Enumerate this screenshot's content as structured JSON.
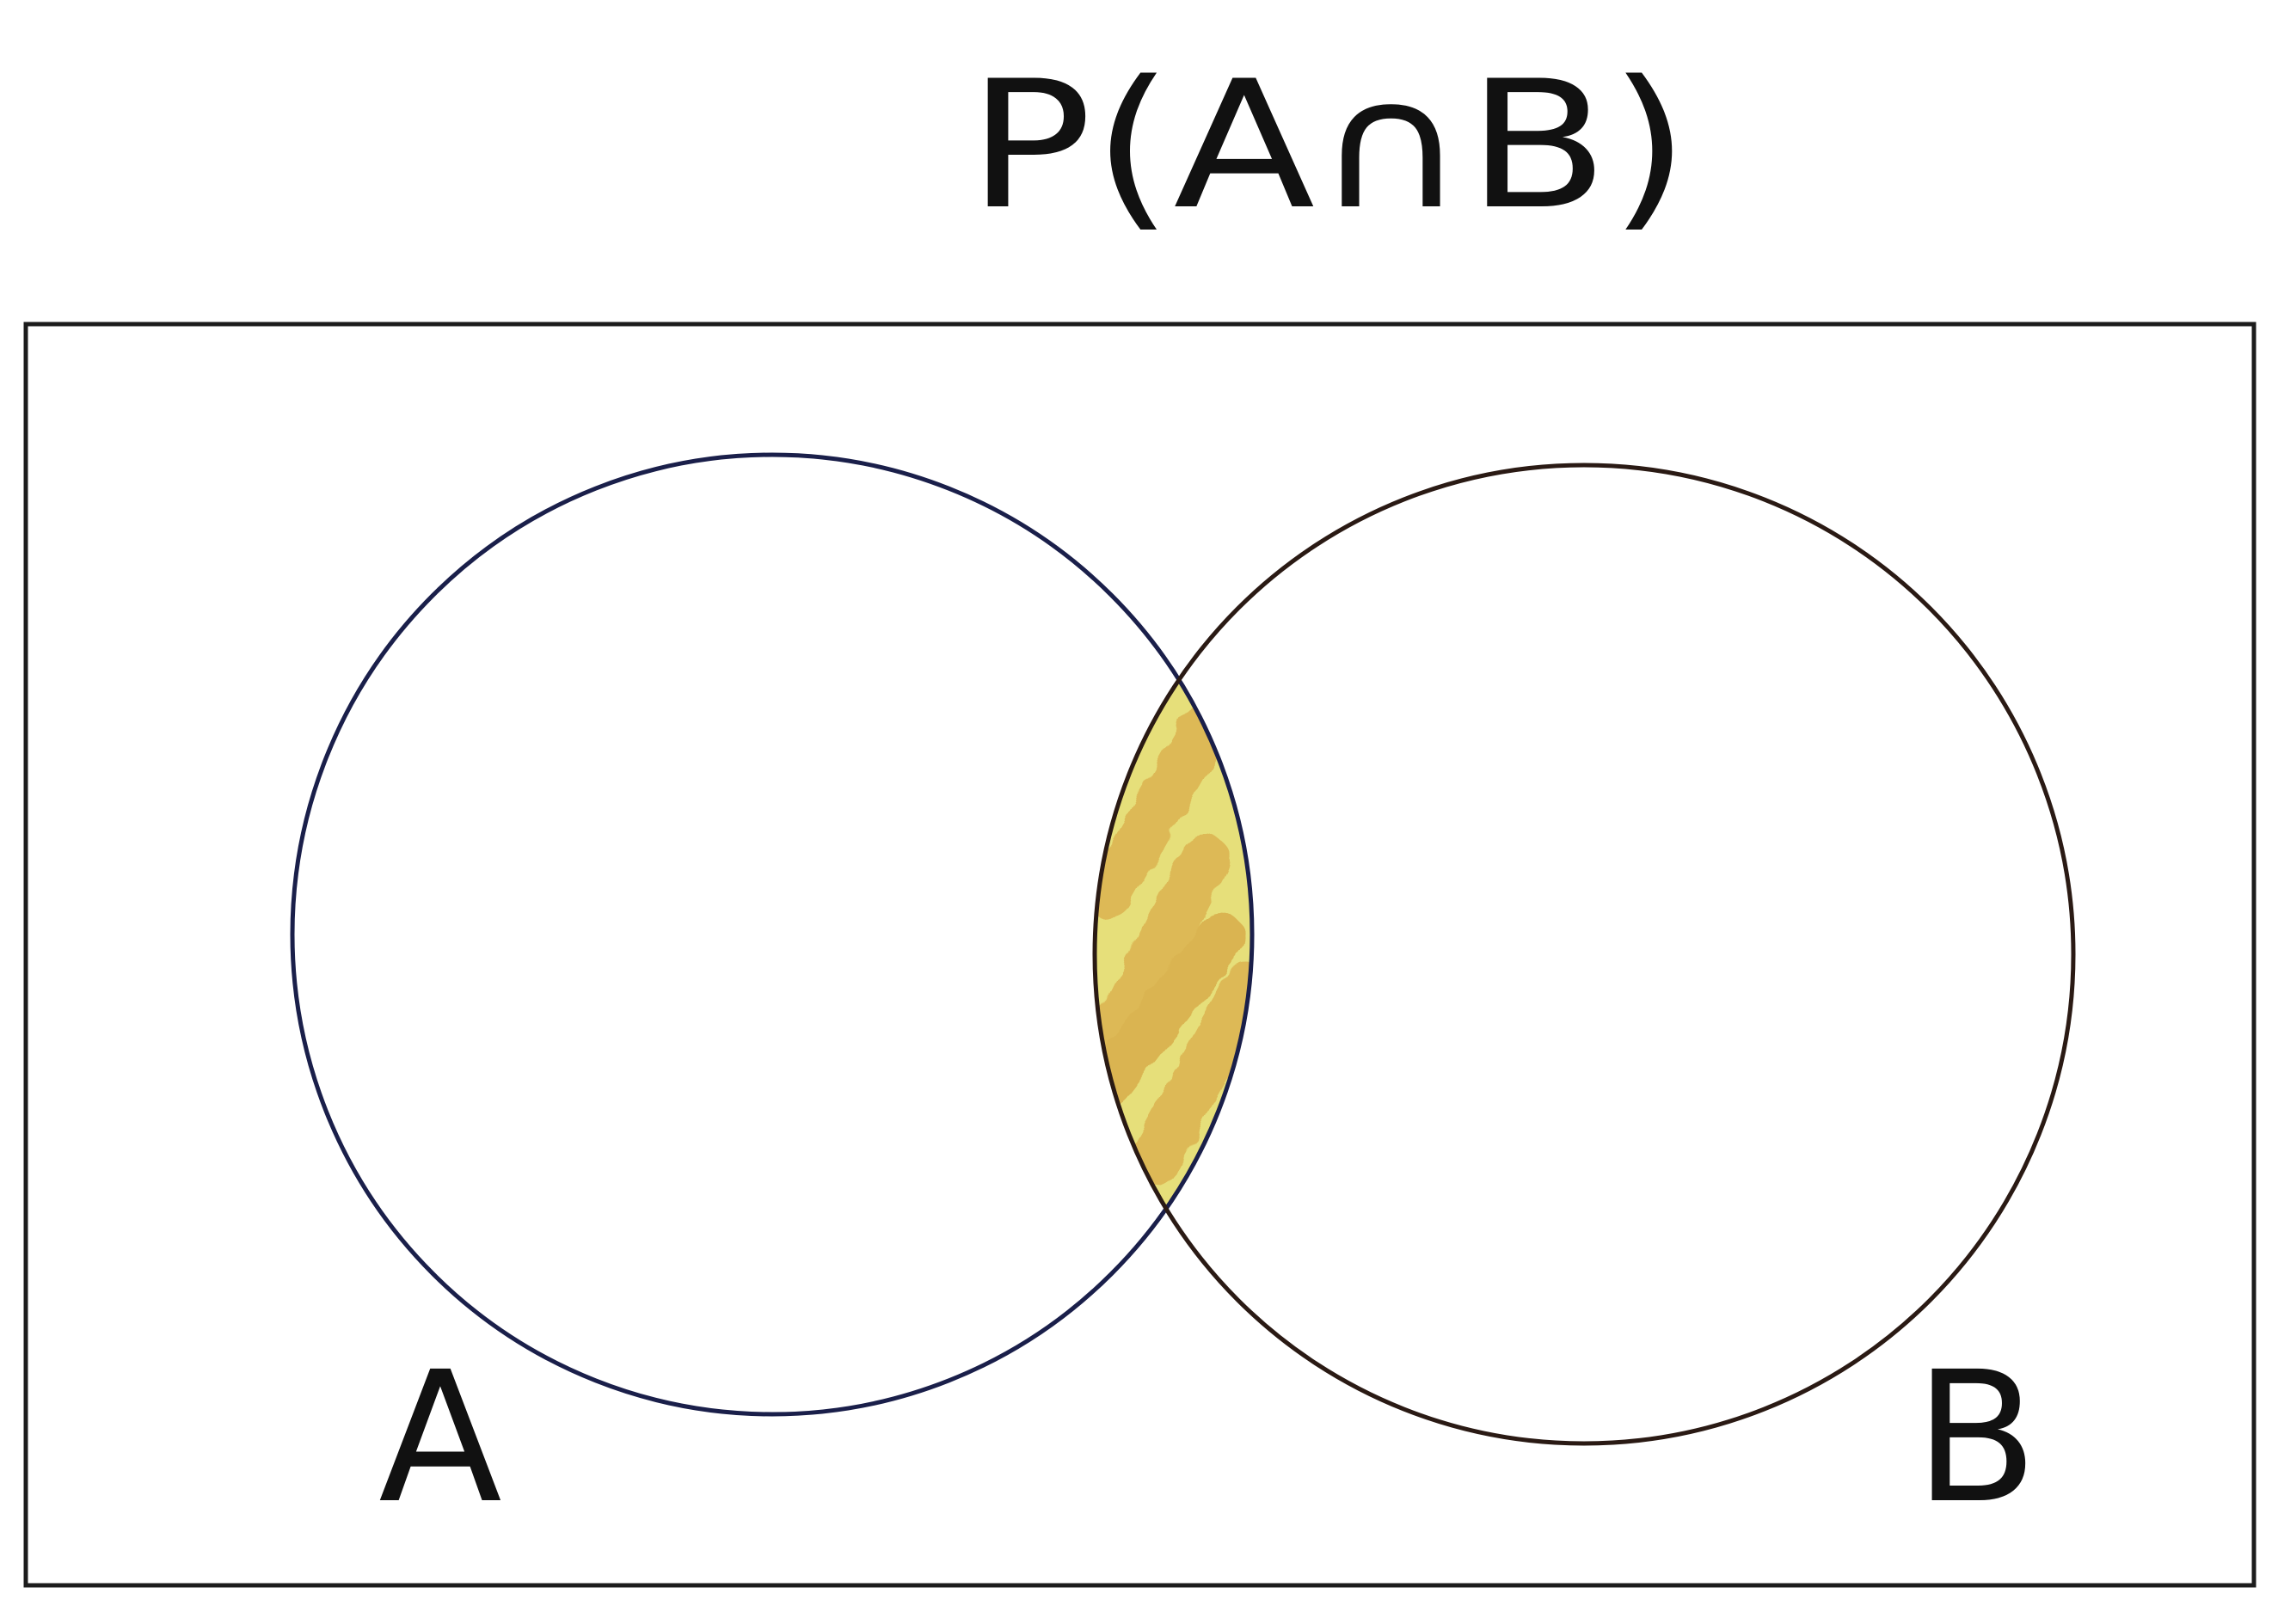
{
  "title": "P(A∩B)",
  "sets": [
    {
      "id": "A",
      "label": "A",
      "stroke": "#1a1f4a"
    },
    {
      "id": "B",
      "label": "B",
      "stroke": "#2a1a14"
    }
  ],
  "highlight": {
    "region": "A∩B",
    "color": "#e6df7a",
    "stroke_color": "#dcb552"
  },
  "colors": {
    "frame": "#1c1c1c",
    "background": "#ffffff"
  }
}
